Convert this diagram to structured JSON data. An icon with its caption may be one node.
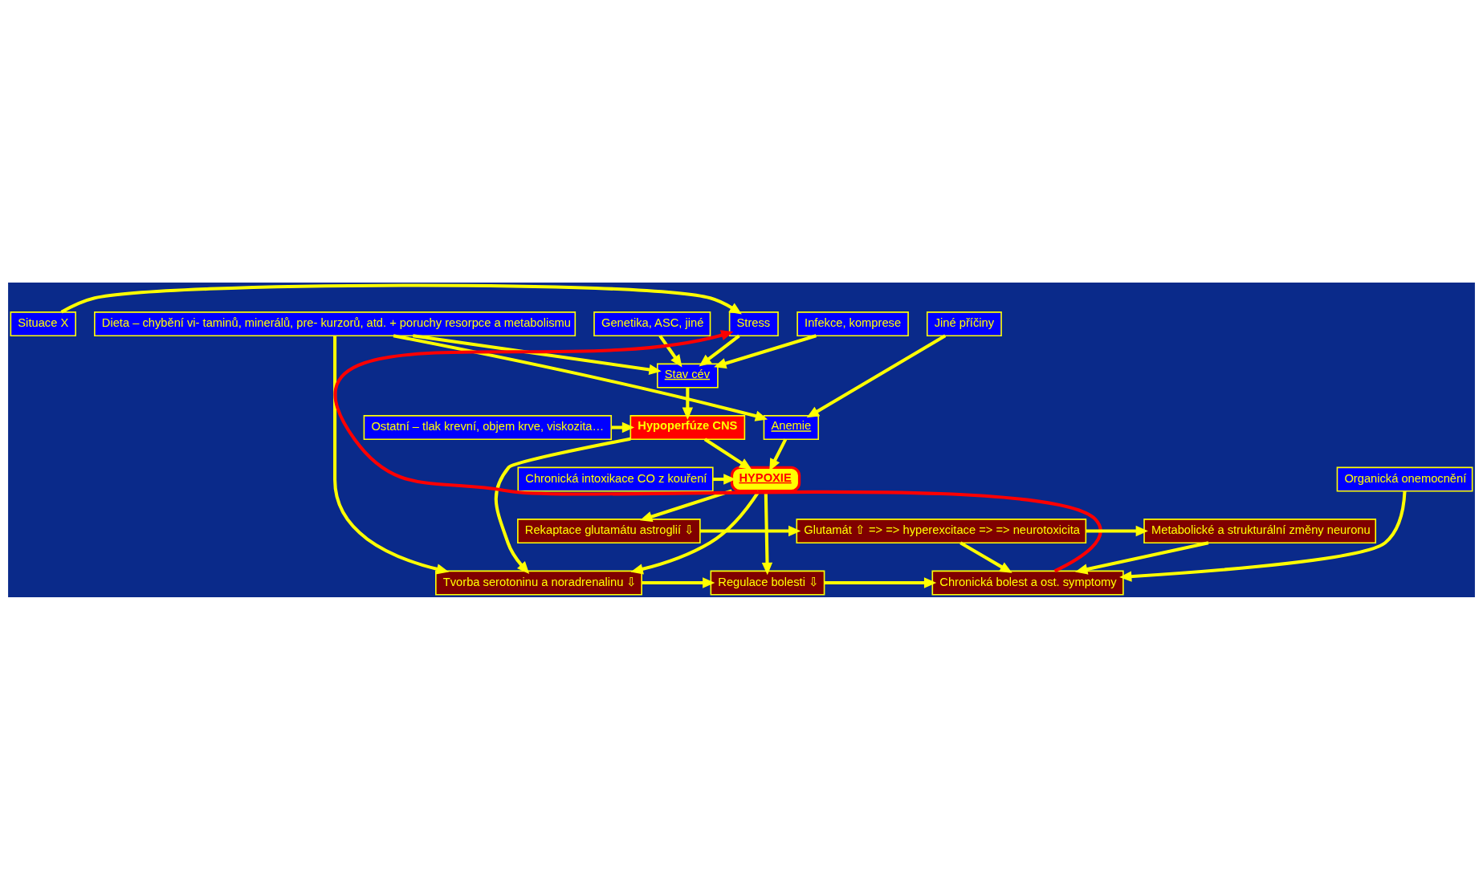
{
  "diagram": {
    "nodes": [
      {
        "text": [
          "Situace X"
        ]
      },
      {
        "text": [
          "Stress"
        ]
      },
      {
        "text": [
          "Dieta – chybění vi- taminů, minerálů, pre- kurzorů, atd. + poruchy resorpce a metabolismu"
        ]
      },
      {
        "text": [
          "Infekce, komprese"
        ]
      },
      {
        "text": [
          "Stav cév"
        ]
      },
      {
        "text": [
          "Genetika, ASC, jiné"
        ]
      },
      {
        "text": [
          "Jiné příčiny"
        ]
      },
      {
        "text": [
          "Hypoperfúze CNS"
        ]
      },
      {
        "text": [
          "Ostatní – tlak krevní, objem krve, viskozita…"
        ]
      },
      {
        "text": [
          "Anemie"
        ]
      },
      {
        "text": [
          "HYPOXIE"
        ]
      },
      {
        "text": [
          "Chronická intoxikace CO z kouření"
        ]
      },
      {
        "text": [
          "Organická onemocnění"
        ]
      },
      {
        "text": [
          "Tvorba serotoninu a noradrenalinu ⇩"
        ]
      },
      {
        "text": [
          "Regulace bolesti ⇩"
        ]
      },
      {
        "text": [
          "Chronická bolest a ost. symptomy"
        ]
      },
      {
        "text": [
          "Rekaptace glutamátu astroglií ⇩"
        ]
      },
      {
        "text": [
          "Glutamát ⇧ => => hyperexcitace => => neurotoxicita"
        ]
      },
      {
        "text": [
          "Metabolické a strukturální změny neuronu"
        ]
      }
    ],
    "edges": [
      {
        "from": 0,
        "to": 1,
        "arrow": "to"
      },
      {
        "from": 1,
        "to": 4,
        "arrow": "to"
      },
      {
        "from": 3,
        "to": 4,
        "arrow": "to"
      },
      {
        "from": 2,
        "to": 4,
        "arrow": "to"
      },
      {
        "from": 5,
        "to": 4,
        "arrow": "to"
      },
      {
        "from": 2,
        "to": 9,
        "arrow": "to"
      },
      {
        "from": 6,
        "to": 9,
        "arrow": "to"
      },
      {
        "from": 4,
        "to": 7,
        "arrow": "to"
      },
      {
        "from": 8,
        "to": 7,
        "arrow": "to"
      },
      {
        "from": 2,
        "to": 13,
        "arrow": "to"
      },
      {
        "from": 7,
        "to": 10,
        "arrow": "to"
      },
      {
        "from": 9,
        "to": 10,
        "arrow": "to"
      },
      {
        "from": 11,
        "to": 10,
        "arrow": "to"
      },
      {
        "from": 7,
        "to": 13,
        "arrow": "to"
      },
      {
        "from": 10,
        "to": 13,
        "arrow": "to"
      },
      {
        "from": 10,
        "to": 16,
        "arrow": "to"
      },
      {
        "from": 10,
        "to": 14,
        "arrow": "to"
      },
      {
        "from": 13,
        "to": 14,
        "arrow": "to"
      },
      {
        "from": 14,
        "to": 15,
        "arrow": "to"
      },
      {
        "from": 12,
        "to": 15,
        "arrow": "to"
      },
      {
        "from": 16,
        "to": 17,
        "arrow": "to"
      },
      {
        "from": 17,
        "to": 15,
        "arrow": "to"
      },
      {
        "from": 17,
        "to": 18,
        "arrow": "to"
      },
      {
        "from": 18,
        "to": 15,
        "arrow": "to"
      },
      {
        "from": 15,
        "to": 1,
        "arrow": "to",
        "color": "#ff0000"
      }
    ]
  }
}
